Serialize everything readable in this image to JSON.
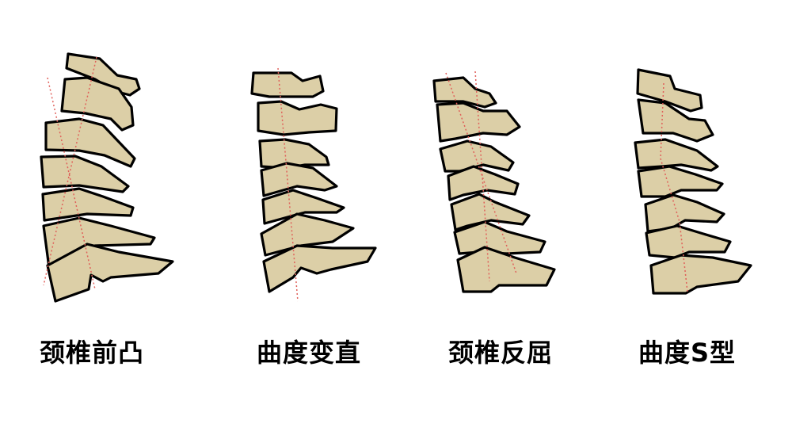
{
  "colors": {
    "bone": "#dccfa7",
    "outline": "#000000",
    "guide_line": "#e0605a",
    "background": "#ffffff"
  },
  "panels": [
    {
      "label": "颈椎前凸"
    },
    {
      "label": "曲度变直"
    },
    {
      "label": "颈椎反屈"
    },
    {
      "label": "曲度S型"
    }
  ]
}
